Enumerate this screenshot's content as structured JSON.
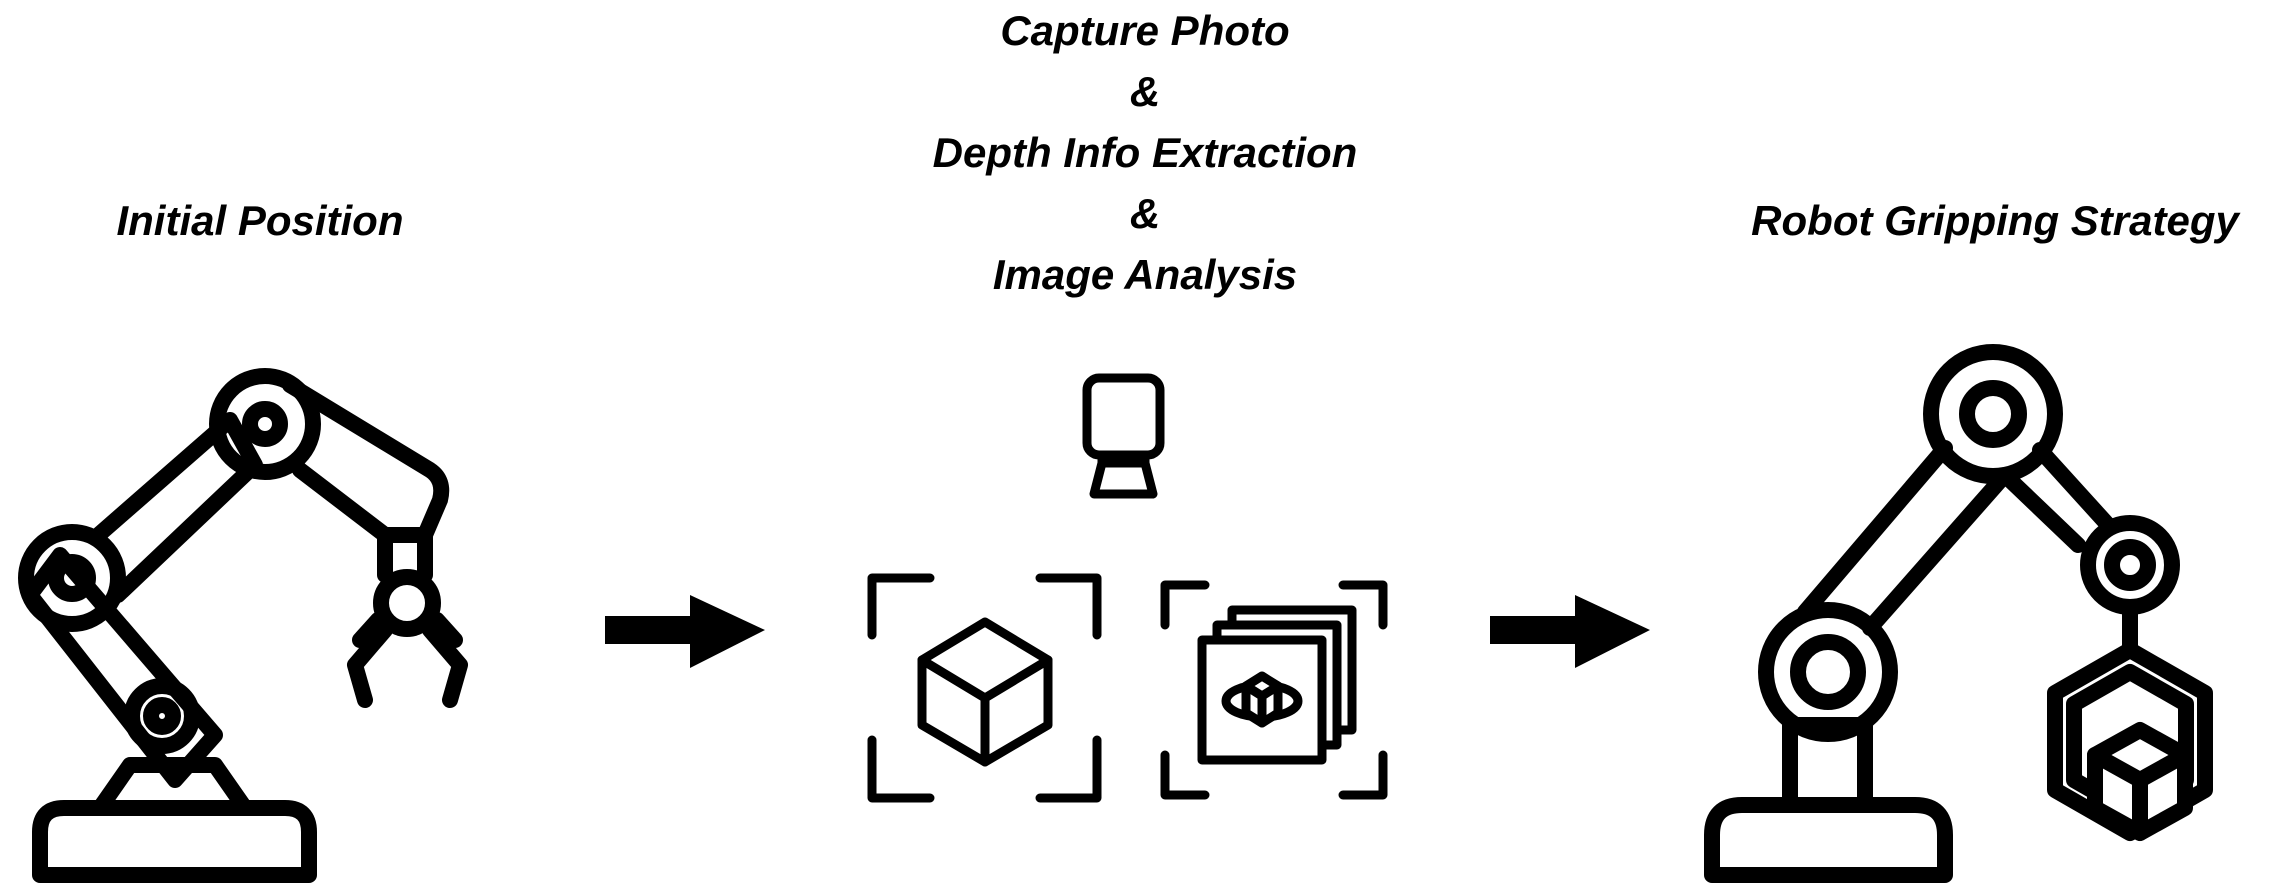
{
  "steps": {
    "initial_label": "Initial Position",
    "capture_lines": [
      "Capture Photo",
      "&",
      "Depth Info Extraction",
      "&",
      "Image Analysis"
    ],
    "gripping_label": "Robot Gripping Strategy"
  },
  "icons": {
    "initial_robot": "robot-arm-icon",
    "camera": "camera-icon",
    "cube_scan": "cube-scan-icon",
    "layers_scan": "image-layers-scan-icon",
    "gripping_robot": "robot-arm-gripping-cube-icon",
    "arrow": "arrow-right-icon"
  },
  "colors": {
    "stroke": "#000000",
    "background": "#ffffff"
  }
}
